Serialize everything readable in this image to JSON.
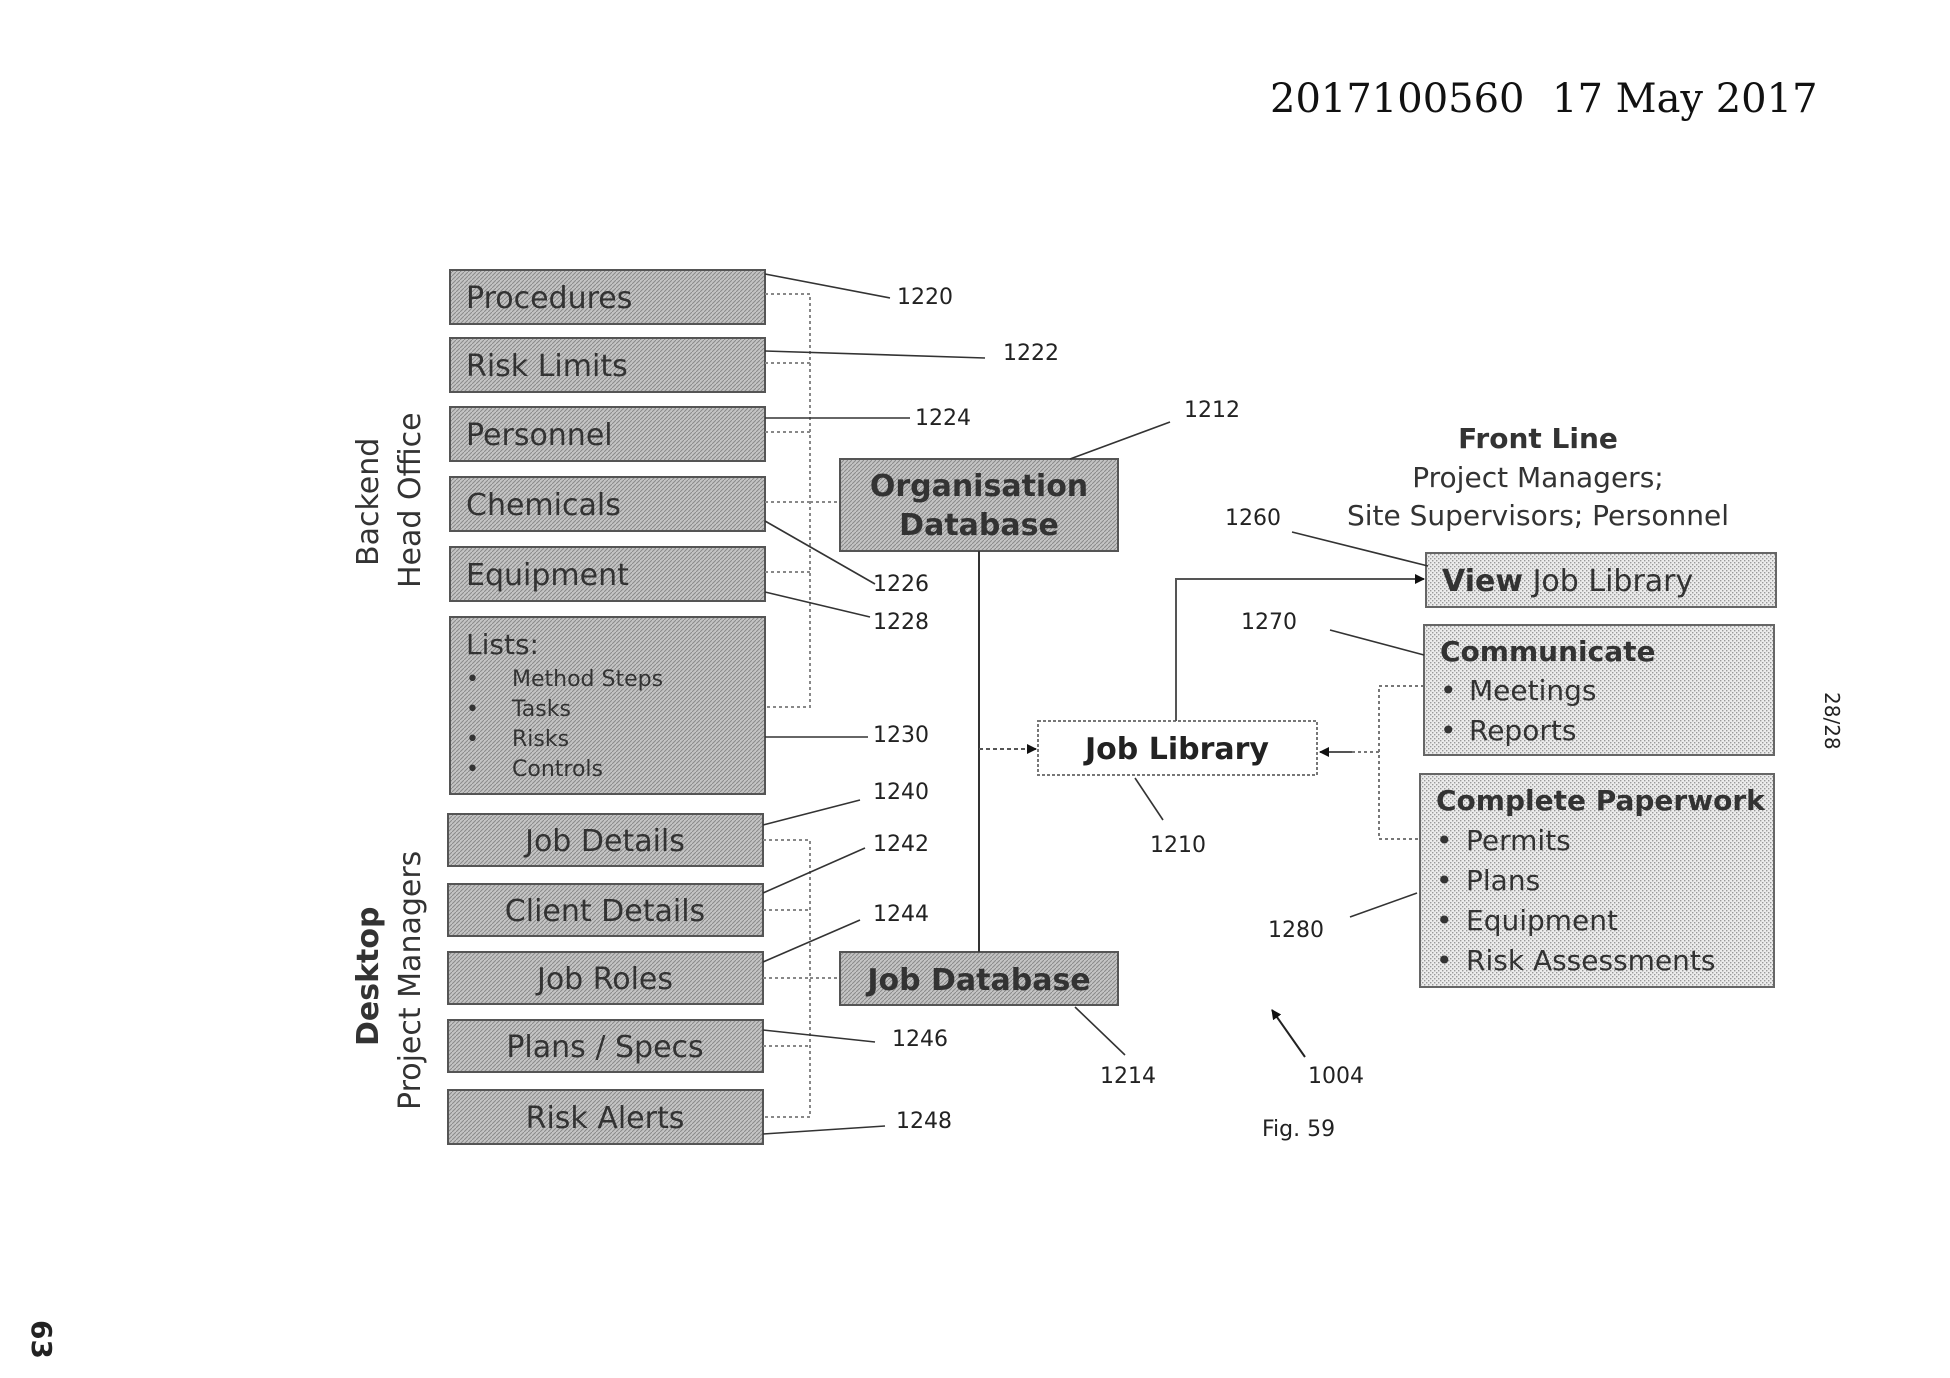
{
  "header": {
    "doc_number": "2017100560",
    "doc_date": "17 May 2017"
  },
  "page_counter": "28/28",
  "page_number": "63",
  "groups": {
    "backend": {
      "line1": "Backend",
      "line2": "Head Office"
    },
    "desktop": {
      "line1": "Desktop",
      "line2": "Project Managers"
    },
    "front_line": {
      "title": "Front Line",
      "line2": "Project Managers;",
      "line3": "Site Supervisors; Personnel"
    }
  },
  "backend_items": [
    "Procedures",
    "Risk Limits",
    "Personnel",
    "Chemicals",
    "Equipment"
  ],
  "lists_box": {
    "title": "Lists:",
    "items": [
      "Method Steps",
      "Tasks",
      "Risks",
      "Controls"
    ]
  },
  "desktop_items": [
    "Job Details",
    "Client Details",
    "Job Roles",
    "Plans / Specs",
    "Risk Alerts"
  ],
  "org_database": {
    "line1": "Organisation",
    "line2": "Database"
  },
  "job_database": "Job Database",
  "job_library": "Job Library",
  "front_boxes": {
    "view": {
      "bold": "View",
      "rest": " Job Library"
    },
    "communicate": {
      "title": "Communicate",
      "items": [
        "Meetings",
        "Reports"
      ]
    },
    "paperwork": {
      "title": "Complete Paperwork",
      "items": [
        "Permits",
        "Plans",
        "Equipment",
        "Risk Assessments"
      ]
    }
  },
  "refs": {
    "r1220": "1220",
    "r1222": "1222",
    "r1224": "1224",
    "r1226": "1226",
    "r1228": "1228",
    "r1230": "1230",
    "r1240": "1240",
    "r1242": "1242",
    "r1244": "1244",
    "r1246": "1246",
    "r1248": "1248",
    "r1212": "1212",
    "r1214": "1214",
    "r1210": "1210",
    "r1260": "1260",
    "r1270": "1270",
    "r1280": "1280",
    "r1004": "1004"
  },
  "figure_label": "Fig. 59",
  "bullet": "•"
}
